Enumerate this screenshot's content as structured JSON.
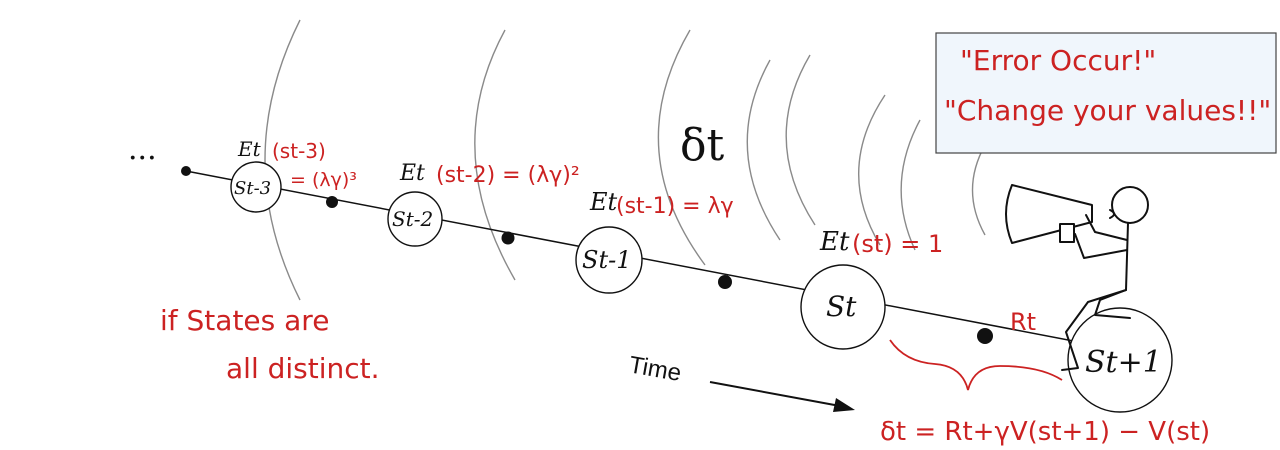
{
  "colors": {
    "ink": "#111111",
    "wave": "#8a8a8a",
    "annotation": "#cc2222",
    "callout_fill": "#f0f6fc",
    "callout_border": "#444444"
  },
  "labels": {
    "ellipsis": "···",
    "delta": "δt",
    "time": "Time",
    "states": {
      "s_t3": "St-3",
      "s_t2": "St-2",
      "s_t1": "St-1",
      "s_t": "St",
      "s_t_plus1": "St+1"
    },
    "eligibility": {
      "e_t3": "Et",
      "e_t2": "Et",
      "e_t1": "Et",
      "e_t": "Et"
    },
    "reward": "Rt"
  },
  "annotations": {
    "e_t3_arg": "(st-3)",
    "e_t3_value": "= (λγ)³",
    "e_t2_value": "(st-2) = (λγ)²",
    "e_t1_value": "(st-1) = λγ",
    "e_t_value": "(st) = 1",
    "distinct_line1": "if States are",
    "distinct_line2": "all distinct.",
    "td_error": "δt = Rt+γV(st+1) − V(st)"
  },
  "callout": {
    "line1": "\"Error Occur!\"",
    "line2": "\"Change your values!!\""
  },
  "icons": {
    "announcer": "megaphone-stick-figure-icon"
  }
}
